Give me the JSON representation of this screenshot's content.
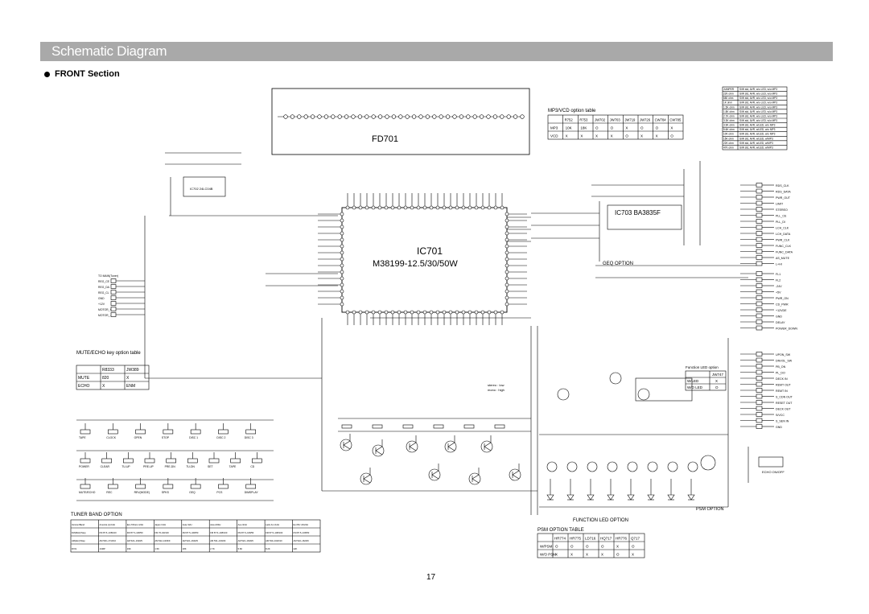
{
  "title": "Schematic Diagram",
  "section": "FRONT Section",
  "page_number": "17",
  "fd701": "FD701",
  "ic701": {
    "name": "IC701",
    "part": "M38199-12.5/30/50W"
  },
  "ic703": "IC703  BA3835F",
  "ic702": "IC702 24LC04B",
  "geq_option": "GEQ OPTION",
  "psm_option": "PSM OPTION",
  "function_led_option": "FUNCTION LED OPTION",
  "mp3_table": {
    "title": "MP3/VCD option table",
    "headers": [
      "",
      "R752",
      "R753",
      "JW702",
      "JW703",
      "JW719",
      "JW726",
      "CW784",
      "CW785"
    ],
    "rows": [
      [
        "MP3",
        "10K",
        "18K",
        "O",
        "O",
        "X",
        "O",
        "O",
        "X"
      ],
      [
        "VCD",
        "X",
        "X",
        "X",
        "X",
        "O",
        "X",
        "X",
        "O"
      ]
    ]
  },
  "mute_table": {
    "title": "MUTE/ECHO key option table",
    "headers": [
      "",
      "R8333",
      "JW389"
    ],
    "rows": [
      [
        "MUTE",
        "820",
        "X"
      ],
      [
        "ECHO",
        "X",
        "ENM"
      ]
    ]
  },
  "tuner_table": {
    "title": "TUNER BAND OPTION",
    "headers": [
      "Version/Band",
      "America (L)/12H",
      "Eur./Others /24H",
      "Japan /12H",
      "Asia /12H",
      "Asia 2/24H",
      "Aus./24H",
      "Latin Am./12H",
      "Eur Brz 24/24H"
    ],
    "rows": [
      [
        "FM(MHz)/Step",
        "FM 87.5~108/100",
        "FM 87.5~108/50",
        "FM 76~90/100",
        "FM 87.5~108/50",
        "FM 87.5~108/100",
        "FM 87.5~108/50",
        "FM 87.5~108/100",
        "FM 87.5~108/50"
      ],
      [
        "AM(kHz)/Step",
        "AM 530~1710/10",
        "AM 522~1620/9",
        "AM 522~1629/9",
        "AM 522~1620/9",
        "AM 531~1602/9",
        "AM 522~1629/9",
        "AM 530~1620/10",
        "AM 522~1620/9"
      ],
      [
        "R721",
        "JUMP",
        "33K",
        "1.5K",
        "18K",
        "2.7K",
        "5.6K",
        "8.2K",
        "22K"
      ]
    ]
  },
  "psm_table": {
    "title": "PSM OPTION TABLE",
    "headers": [
      "",
      "HR774",
      "HR775",
      "LD716",
      "HQ717",
      "HR776",
      "Q717"
    ],
    "rows": [
      [
        "W/PSM",
        "O",
        "O",
        "O",
        "O",
        "X",
        "O"
      ],
      [
        "W/O PSM",
        "X",
        "X",
        "X",
        "X",
        "O",
        "X"
      ]
    ]
  },
  "led_table": {
    "title": "Function LED option",
    "headers": [
      "",
      "JW747"
    ],
    "rows": [
      [
        "W/LED",
        "X"
      ],
      [
        "W/O LED",
        "O"
      ]
    ]
  },
  "jumper_table": {
    "rows": [
      [
        "JUMPER",
        "S/W std, AVR, w/o LED, w/o MP3"
      ],
      [
        "22K ohm",
        "S/W std, AVR, w/o LED, w/o MP3"
      ],
      [
        "680 ohm",
        "S/W std, AVR, w/o LED, w/o MP3"
      ],
      [
        "1K ohm",
        "S/W std, AVR, w/o LED, w/o MP3"
      ],
      [
        "1.5K ohm",
        "S/W std, AVR, w/o LED, w/o MP3"
      ],
      [
        "1.8K ohm",
        "S/W std, AVR, w/o LED, w/o MP3"
      ],
      [
        "2.7K ohm",
        "S/W std, AVR, w/o LED, w/o MP3"
      ],
      [
        "3.3K ohm",
        "S/W std, AVR, w/o LED, w/o MP3"
      ],
      [
        "3.9K ohm",
        "S/W std, AVR, w/LED, w/o MP3"
      ],
      [
        "5.6K ohm",
        "S/W std, AVR, w/LED, w/o MP3"
      ],
      [
        "10K ohm",
        "S/W std, AVR, w/LED, w/o MP3"
      ],
      [
        "15K ohm",
        "S/W std, AVR, w/LED, w/MP3"
      ],
      [
        "22K ohm",
        "S/W std, AVR, w/LED, w/MP3"
      ],
      [
        "47K ohm",
        "S/W std, AVR, w/LED, w/MP3"
      ]
    ]
  },
  "connectors": {
    "cn705": [
      "RDS_CLK",
      "RDS_DATA",
      "PWR_OUT",
      "LIMIT",
      "STEREO",
      "PLL_CE",
      "PLL_DI",
      "LCH_CLK",
      "LCH_DATA",
      "PWR_CLK",
      "FUNC_CLK",
      "FUNC_DATA",
      "AS_MUTE",
      "L+HI"
    ],
    "cn701": [
      "FL1",
      "FL2",
      "-24V",
      "+5V",
      "PWR_ON",
      "CD_PWR",
      "+12VDE",
      "GND",
      "DELAY",
      "POWER_DOWN"
    ],
    "cn706": [
      "UPON_SW",
      "DNVOL_SW",
      "PB_ON",
      "PL_DO",
      "DECK IN",
      "REMT OUT",
      "REMT IN",
      "S_CDN OUT",
      "RESET OUT",
      "DECK OUT",
      "S/VCC",
      "S_SEN IN",
      "GND"
    ],
    "cn708": [
      "TO MAIN(Tuner)",
      "REG_CE",
      "REG_DA",
      "REG_CL",
      "GND",
      "+12V",
      "MOTOR_+",
      "MOTOR_-"
    ]
  },
  "keys": {
    "row1": [
      "TAPE",
      "CLOCK",
      "OPEN",
      "STOP",
      "DISC 1",
      "DISC 2",
      "DISC 3"
    ],
    "row2": [
      "POWER",
      "CLEAR",
      "TU-UP",
      "PRE-UP",
      "PRE-DN",
      "TU-DN",
      "SET",
      "TAPE",
      "CD"
    ],
    "row3": [
      "MUTE/ECHO",
      "REC",
      "REV(MODE)",
      "SPKS",
      "GEQ",
      "PCS",
      "DIMSPLAY"
    ]
  },
  "echo_label": "ECHO ON/OFF",
  "stereo_label": "stereo : low",
  "mono_label": "mono : high"
}
